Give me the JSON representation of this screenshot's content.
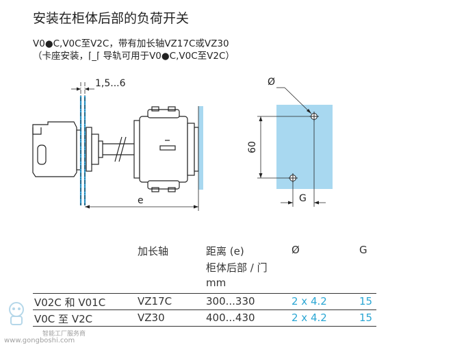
{
  "title": "安装在柜体后部的负荷开关",
  "subtitle_line1": "V0●C,V0C至V2C，带有加长轴VZ17C或VZ30",
  "subtitle_line2": "（卡座安装，⌈_⌈ 导轨可用于V0●C,V0C至V2C）",
  "drawing": {
    "dim_top": "1,5...6",
    "dim_e": "e",
    "dim_60": "60",
    "dim_phi": "Ø",
    "dim_g": "G",
    "colors": {
      "panel": "#a8d8f0",
      "door_line": "#2a9fd6",
      "line": "#222222"
    }
  },
  "table": {
    "headers": {
      "col2": "加长轴",
      "col3_line1": "距离 (e)",
      "col3_line2": "柜体后部 / 门",
      "col3_line3": "mm",
      "col4": "Ø",
      "col5": "G"
    },
    "rows": [
      {
        "model": "V02C 和 V01C",
        "shaft": "VZ17C",
        "distance": "300...330",
        "phi": "2 x 4.2",
        "g": "15"
      },
      {
        "model": "V0C 至 V2C",
        "shaft": "VZ30",
        "distance": "400...430",
        "phi": "2 x 4.2",
        "g": "15"
      }
    ],
    "value_color": "#2aa6d4"
  },
  "watermark": {
    "site": "www.gongboshi.com",
    "tagline": "智能工厂服务商"
  }
}
